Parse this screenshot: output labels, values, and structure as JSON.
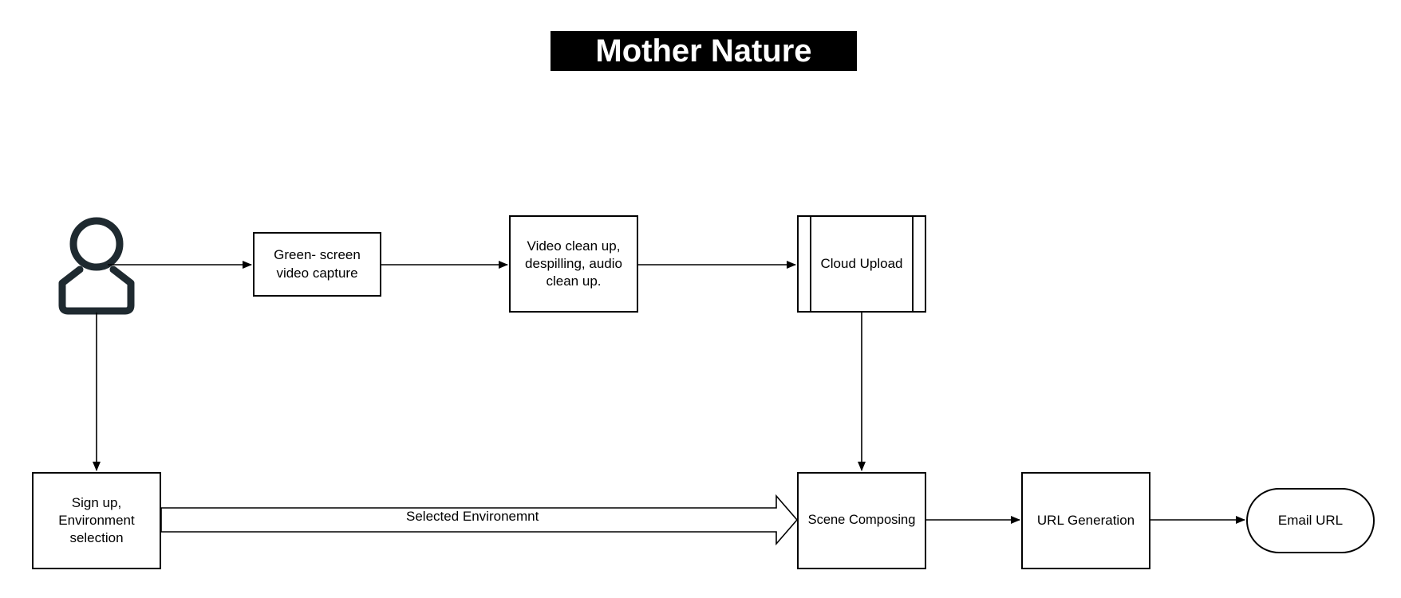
{
  "title": "Mother Nature",
  "nodes": {
    "user": {
      "icon": "user-icon"
    },
    "green_screen": {
      "label": "Green- screen video capture"
    },
    "video_cleanup": {
      "label": "Video clean up, despilling, audio clean up."
    },
    "cloud_upload": {
      "label": "Cloud Upload"
    },
    "signup": {
      "label": "Sign up, Environment selection"
    },
    "scene_composing": {
      "label": "Scene Composing"
    },
    "url_generation": {
      "label": "URL Generation"
    },
    "email_url": {
      "label": "Email URL"
    }
  },
  "edges": [
    {
      "from": "user",
      "to": "green_screen",
      "label": ""
    },
    {
      "from": "green_screen",
      "to": "video_cleanup",
      "label": ""
    },
    {
      "from": "video_cleanup",
      "to": "cloud_upload",
      "label": ""
    },
    {
      "from": "user",
      "to": "signup",
      "label": ""
    },
    {
      "from": "cloud_upload",
      "to": "scene_composing",
      "label": ""
    },
    {
      "from": "signup",
      "to": "scene_composing",
      "label": "Selected Environemnt"
    },
    {
      "from": "scene_composing",
      "to": "url_generation",
      "label": ""
    },
    {
      "from": "url_generation",
      "to": "email_url",
      "label": ""
    }
  ],
  "colors": {
    "stroke": "#000000",
    "user_icon": "#1f2a30",
    "title_bg": "#000000",
    "title_text": "#ffffff"
  }
}
